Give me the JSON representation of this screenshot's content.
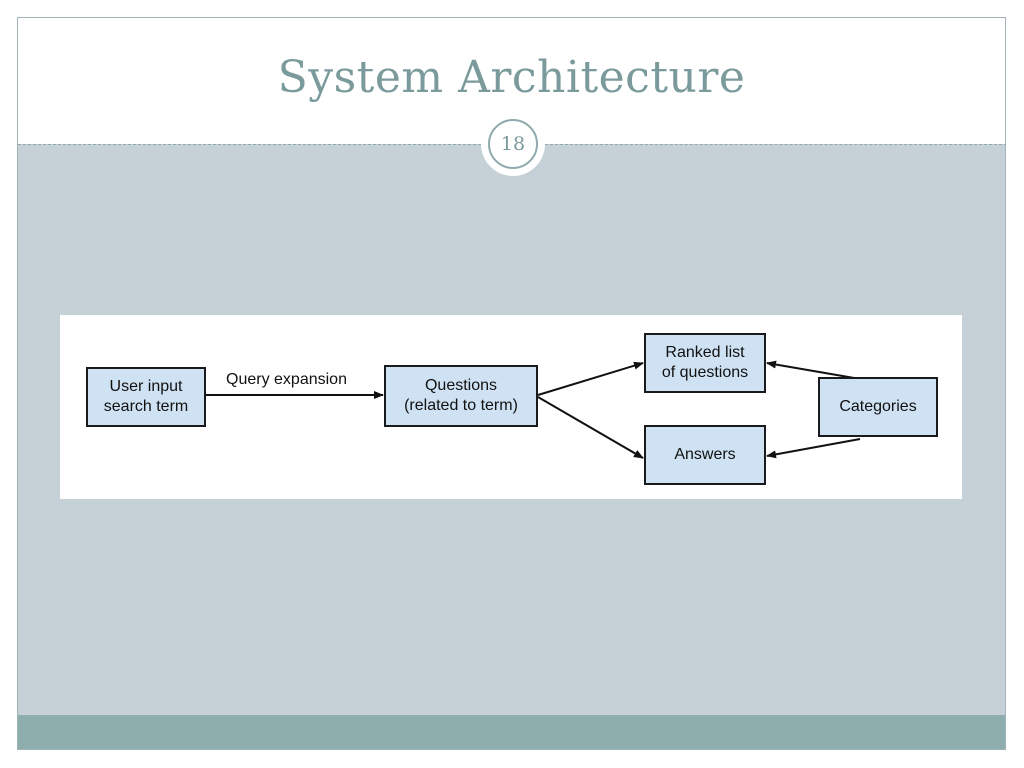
{
  "slide": {
    "title": "System Architecture",
    "page_number": "18"
  },
  "diagram": {
    "nodes": {
      "user_input": "User input\nsearch term",
      "questions": "Questions\n(related to term)",
      "ranked_list": "Ranked list\nof questions",
      "answers": "Answers",
      "categories": "Categories"
    },
    "edge_labels": {
      "query_expansion": "Query expansion"
    }
  }
}
